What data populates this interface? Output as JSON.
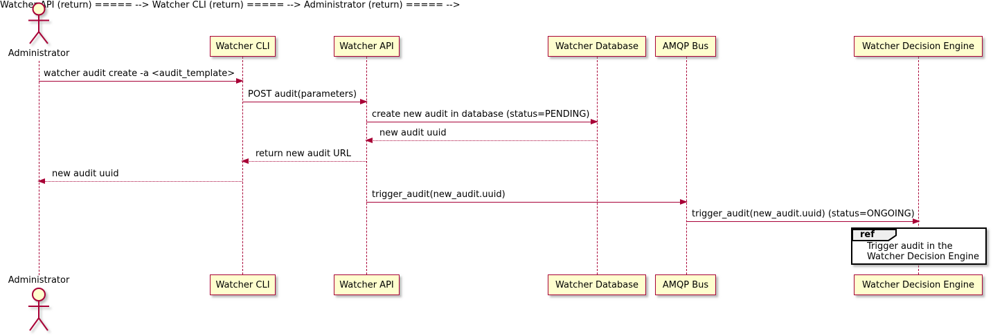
{
  "diagram": {
    "type": "sequence",
    "actor": {
      "label": "Administrator"
    },
    "participants": [
      {
        "name": "Watcher CLI"
      },
      {
        "name": "Watcher API"
      },
      {
        "name": "Watcher Database"
      },
      {
        "name": "AMQP Bus"
      },
      {
        "name": "Watcher Decision Engine"
      }
    ],
    "messages": [
      {
        "label": "watcher audit create -a <audit_template>",
        "from": "Administrator",
        "to": "Watcher CLI",
        "line": "solid"
      },
      {
        "label": "POST audit(parameters)",
        "from": "Watcher CLI",
        "to": "Watcher API",
        "line": "solid"
      },
      {
        "label": "create new audit in database (status=PENDING)",
        "from": "Watcher API",
        "to": "Watcher Database",
        "line": "solid"
      },
      {
        "label": "new audit uuid",
        "from": "Watcher Database",
        "to": "Watcher API",
        "line": "dashed"
      },
      {
        "label": "return new audit URL",
        "from": "Watcher API",
        "to": "Watcher CLI",
        "line": "dashed"
      },
      {
        "label": "new audit uuid",
        "from": "Watcher CLI",
        "to": "Administrator",
        "line": "dashed"
      },
      {
        "label": "trigger_audit(new_audit.uuid)",
        "from": "Watcher API",
        "to": "AMQP Bus",
        "line": "solid"
      },
      {
        "label": "trigger_audit(new_audit.uuid) (status=ONGOING)",
        "from": "AMQP Bus",
        "to": "Watcher Decision Engine",
        "line": "solid"
      }
    ],
    "ref": {
      "keyword": "ref",
      "lines": [
        "Trigger audit in the",
        "Watcher Decision Engine"
      ]
    },
    "colors": {
      "participant_bg": "#FEFECE",
      "stroke": "#A80036",
      "text": "#000000",
      "ref_border": "#000000",
      "ref_header_bg": "#EEEEEE",
      "background": "#FFFFFF"
    }
  }
}
